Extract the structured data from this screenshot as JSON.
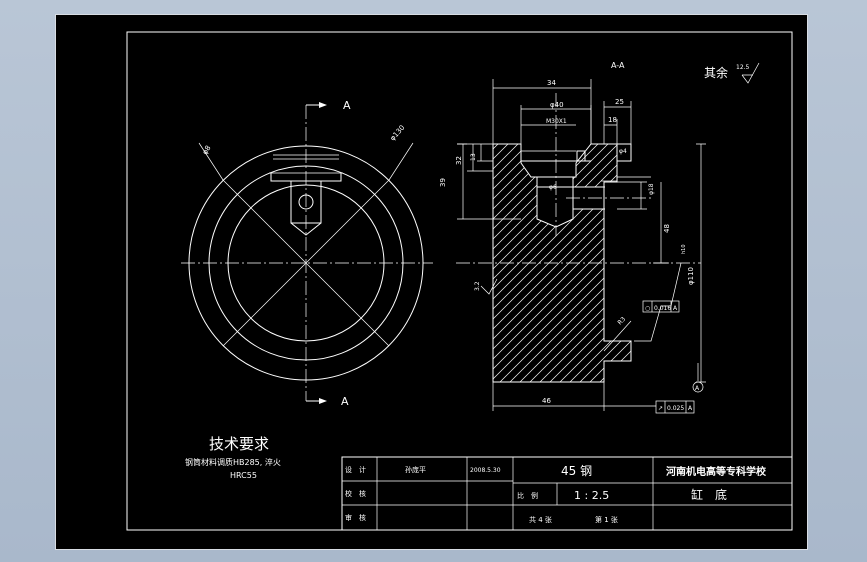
{
  "section_view": {
    "title": "A-A",
    "cut_label_top": "A",
    "cut_label_bottom": "A"
  },
  "surface_finish_note": {
    "label": "其余",
    "value": "12.5"
  },
  "dimensions": {
    "d1": "34",
    "d2": "φ40",
    "d3": "M30X1",
    "d4": "25",
    "d5": "18",
    "d6": "φ4",
    "d7": "32",
    "d8": "13",
    "d9": "φ6",
    "d10": "φ18",
    "d11": "39",
    "d12": "48",
    "d13": "φ110",
    "d14": "R3",
    "d15": "3.2",
    "d16": "46",
    "d17": "φ8",
    "d18": "φ130",
    "d19": "h10"
  },
  "tolerances": {
    "roundness": {
      "symbol": "○",
      "value": "0.016",
      "datum": "A"
    },
    "runout": {
      "symbol": "↗",
      "value": "0.025",
      "datum": "A"
    },
    "datum_label": "A"
  },
  "technical_requirements": {
    "title": "技术要求",
    "line1": "钢筒材料调质HB285, 淬火",
    "line2": "HRC55"
  },
  "title_block": {
    "designer_label": "设　计",
    "designer_name": "孙庞平",
    "date": "2008.5.30",
    "checker_label": "校　核",
    "reviewer_label": "审　核",
    "material": "45 钢",
    "school": "河南机电高等专科学校",
    "scale_label": "比　例",
    "scale_value": "1 : 2.5",
    "part_name": "缸　底",
    "total_sheets": "共 4 张",
    "sheet_no": "第 1 张"
  }
}
